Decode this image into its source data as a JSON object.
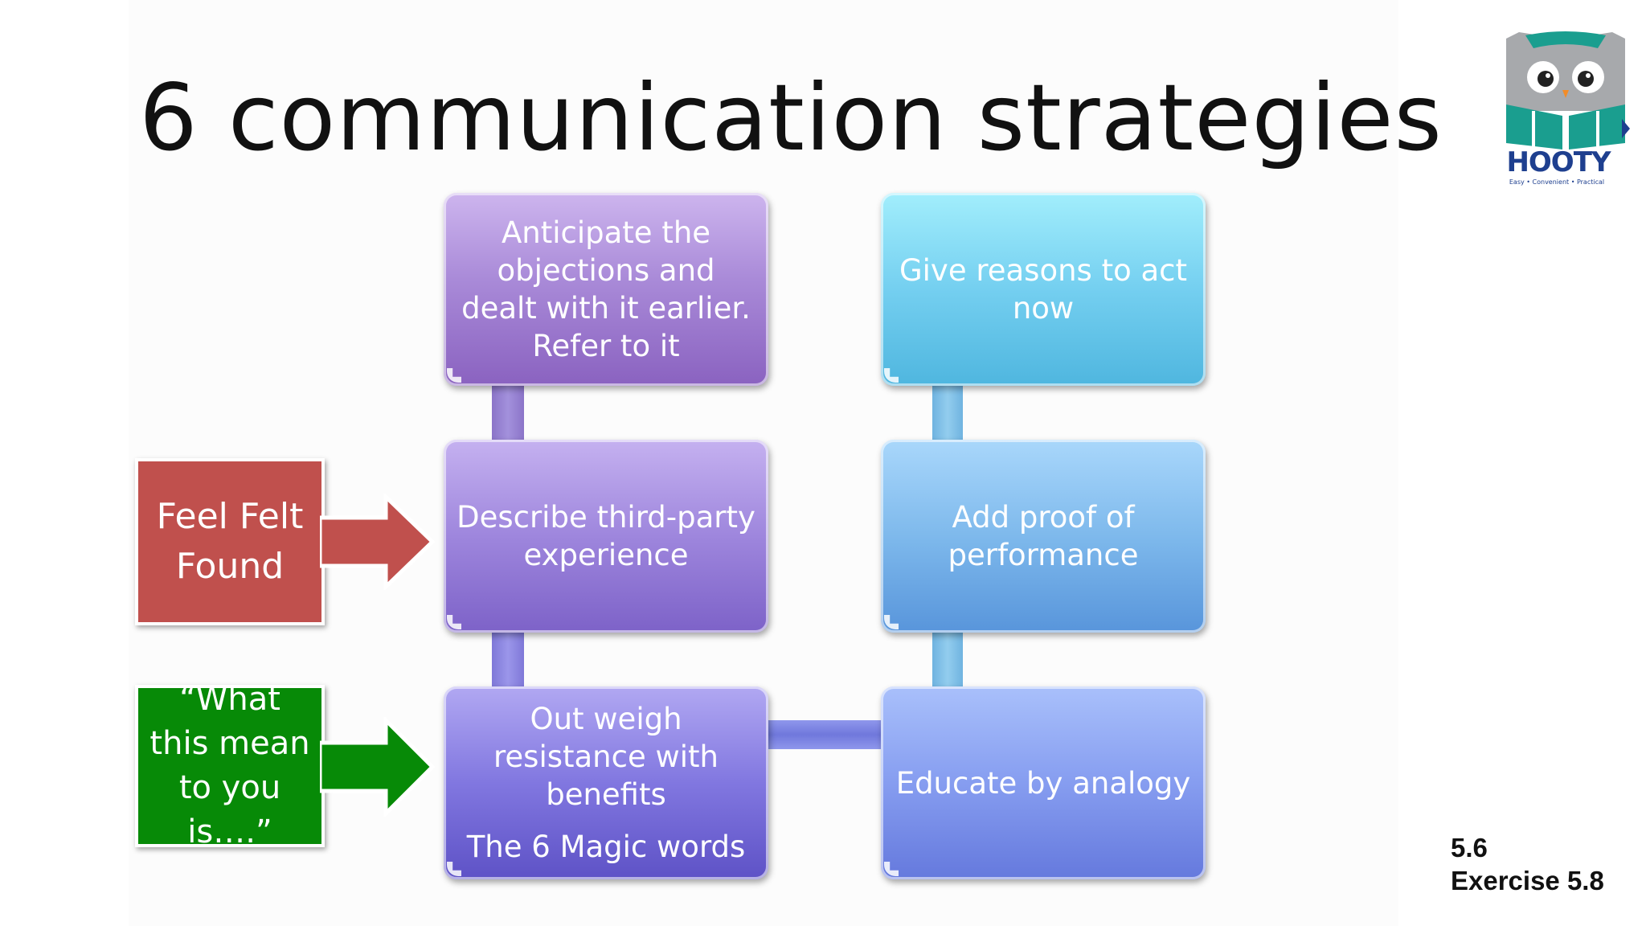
{
  "title": "6 communication strategies",
  "logo": {
    "name": "HOOTY",
    "tagline": "Easy • Convenient • Practical"
  },
  "boxes": {
    "anticipate": "Anticipate the objections and dealt with it earlier. Refer to it",
    "reasons": "Give reasons to act now",
    "third_party": "Describe third-party experience",
    "proof": "Add proof of performance",
    "outweigh_line1": "Out weigh resistance with benefits",
    "outweigh_line2": "The 6 Magic words",
    "analogy": "Educate by analogy"
  },
  "side_boxes": {
    "feel_felt_found": "Feel Felt Found",
    "what_this_means": "“What this mean to you is….”"
  },
  "footer": {
    "section": "5.6",
    "exercise": "Exercise 5.8"
  },
  "colors": {
    "red_box": "#c0504d",
    "green_box": "#078a07",
    "logo_teal": "#1a9e8f",
    "logo_navy": "#1e3f8f"
  }
}
